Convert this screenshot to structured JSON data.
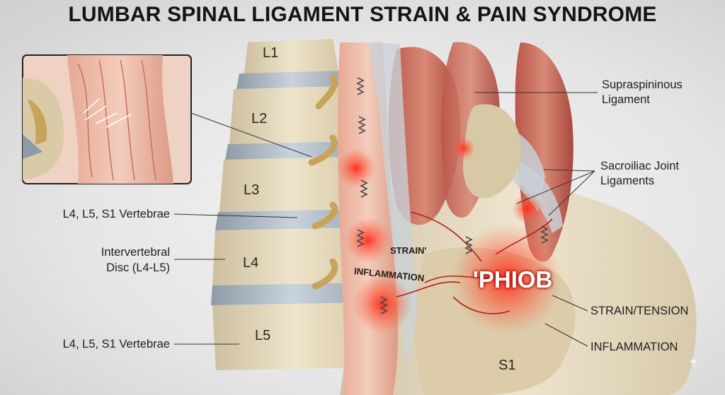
{
  "title": "LUMBAR SPINAL LIGAMENT STRAIN & PAIN SYNDROME",
  "left_labels": {
    "vertebrae_top": "L4, L5, S1 Vertebrae",
    "disc_line1": "Intervertebral",
    "disc_line2": "Disc (L4-L5)",
    "vertebrae_bottom": "L4, L5, S1 Vertebrae"
  },
  "right_labels": {
    "supraspinous_line1": "Supraspininous",
    "supraspinous_line2": "Ligament",
    "sacroiliac_line1": "Sacroiliac Joint",
    "sacroiliac_line2": "Ligaments",
    "strain_tension": "STRAIN/TENSION",
    "inflammation": "INFLAMMATION"
  },
  "vertebra_labels": [
    "L1",
    "L2",
    "L3",
    "L4",
    "L5",
    "S1"
  ],
  "annotations": {
    "strain": "STRAIN'",
    "inflammation": "INFLAMMATION",
    "hotspot": "'PHIOB"
  },
  "colors": {
    "bone": "#e6d8bc",
    "disc": "#b8c4cf",
    "ligament": "#ecc2b0",
    "muscle": "#c8705e",
    "inflammation": "#e8322a",
    "nerve": "#c9a35a"
  },
  "icons": [
    "sparkle-icon",
    "spring-icon"
  ]
}
